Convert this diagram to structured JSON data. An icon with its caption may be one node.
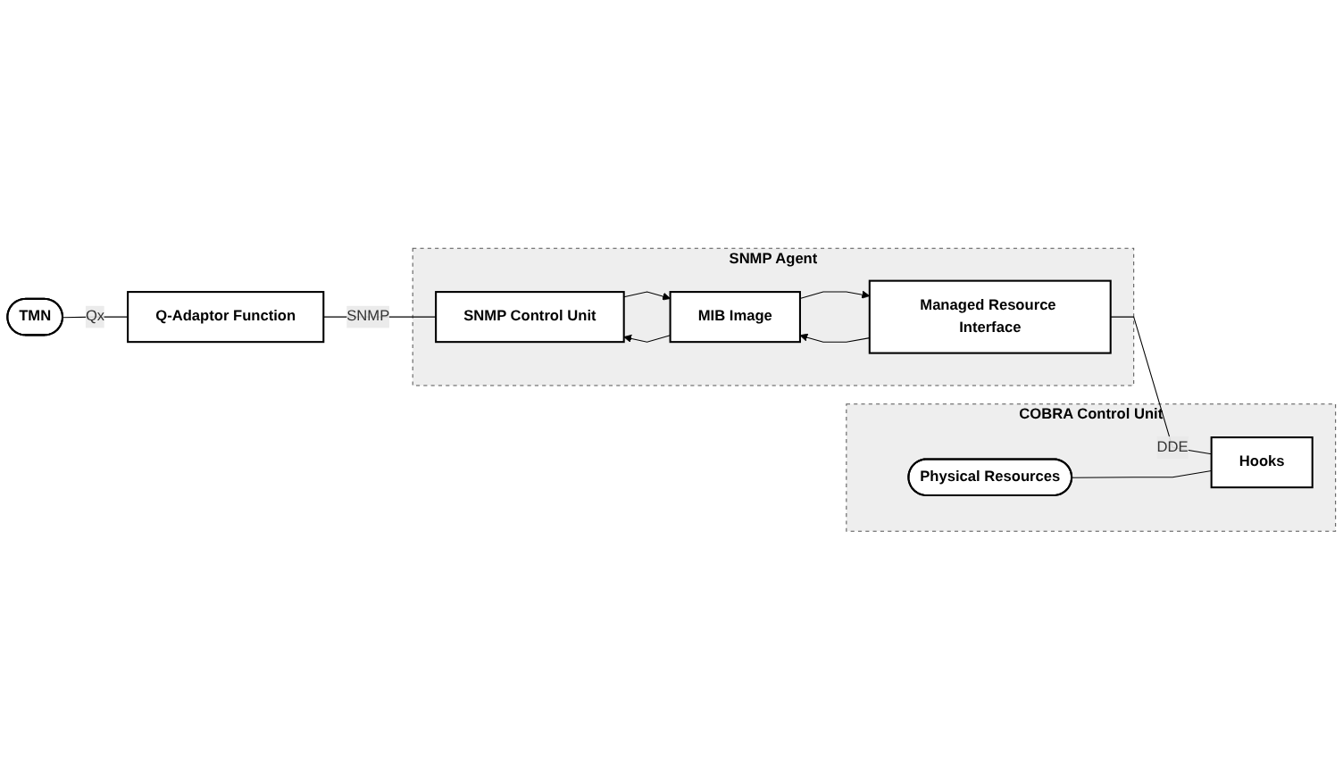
{
  "diagram": {
    "nodes": [
      {
        "text": [
          "TMN"
        ]
      },
      {
        "text": [
          "Q-Adaptor Function"
        ]
      },
      {
        "text": [
          "SNMP Agent"
        ]
      },
      {
        "text": [
          "SNMP Control Unit"
        ],
        "in": 2
      },
      {
        "text": [
          "MIB Image"
        ],
        "in": 2
      },
      {
        "text": [
          "Managed Resource Interface"
        ],
        "in": 2
      },
      {
        "text": [
          "COBRA Control Unit"
        ]
      },
      {
        "text": [
          "Physical Resources"
        ],
        "in": 6
      },
      {
        "text": [
          "Hooks"
        ],
        "in": 6
      }
    ],
    "edges": [
      {
        "from": 0,
        "to": 1,
        "arrow": "none",
        "label": "Qx"
      },
      {
        "from": 1,
        "to": 3,
        "arrow": "none",
        "label": "SNMP"
      },
      {
        "from": 3,
        "to": 4,
        "arrow": "to"
      },
      {
        "from": 4,
        "to": 3,
        "arrow": "to"
      },
      {
        "from": 4,
        "to": 5,
        "arrow": "to"
      },
      {
        "from": 5,
        "to": 4,
        "arrow": "to"
      },
      {
        "from": 5,
        "to": 8,
        "arrow": "none",
        "label": "DDE"
      },
      {
        "from": 7,
        "to": 8,
        "arrow": "none"
      }
    ]
  }
}
